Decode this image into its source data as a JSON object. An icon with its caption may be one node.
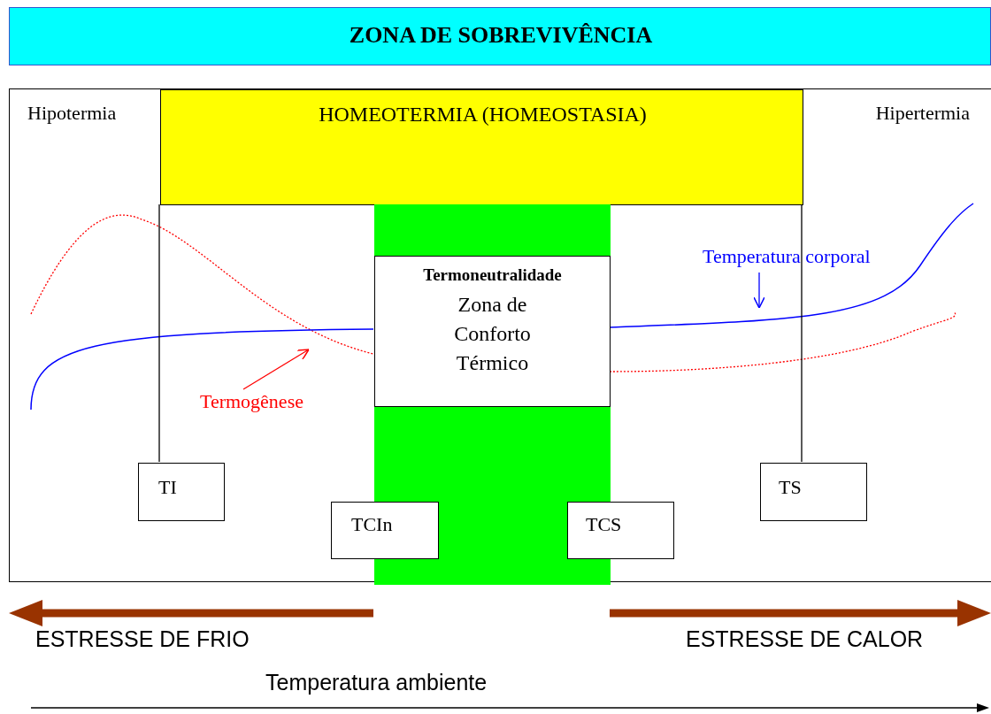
{
  "diagram": {
    "nodes": [
      {
        "text": [
          "ZONA DE SOBREVIVÊNCIA"
        ]
      },
      {
        "text": [
          "Hipotermia",
          "Hipertermia"
        ]
      },
      {
        "text": [
          "HOMEOTERMIA (HOMEOSTASIA)"
        ],
        "in": 1
      },
      {
        "text": [],
        "shape": "bar",
        "in": 1
      },
      {
        "text": [
          "Termoneutralidade",
          "Zona de Conforto Térmico"
        ],
        "in": 3
      },
      {
        "text": [
          "TI"
        ],
        "in": 1
      },
      {
        "text": [
          "TCIn"
        ],
        "in": 1
      },
      {
        "text": [
          "TCS"
        ],
        "in": 1
      },
      {
        "text": [
          "TS"
        ],
        "in": 1
      },
      {
        "text": [
          "Termogênese"
        ],
        "in": 1
      },
      {
        "text": [
          "Temperatura corporal"
        ],
        "in": 1
      }
    ],
    "edges": [
      {
        "from": 5,
        "to": 2,
        "arrow": "none"
      },
      {
        "from": 8,
        "to": 2,
        "arrow": "none"
      },
      {
        "from": 9,
        "to": null,
        "arrow": "to",
        "color": "#ff0000"
      },
      {
        "from": 10,
        "to": null,
        "arrow": "to",
        "color": "#0000ff"
      }
    ],
    "labels": [
      "ESTRESSE DE FRIO",
      "ESTRESSE DE CALOR",
      "Temperatura ambiente"
    ]
  }
}
